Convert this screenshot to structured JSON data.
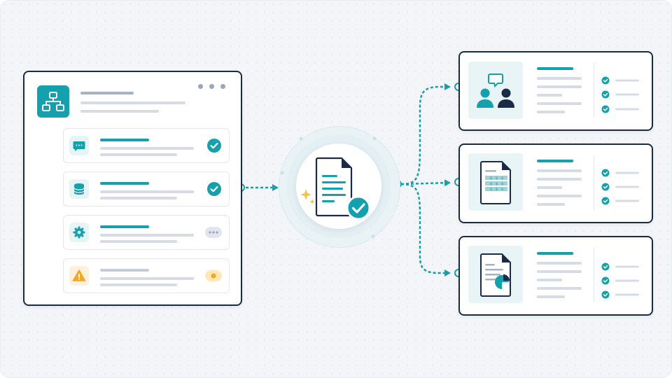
{
  "colors": {
    "accent": "#14a0ac",
    "navy": "#1a2b48",
    "warning": "#f5a623",
    "sparkle": "#f5c542"
  },
  "source_panel": {
    "header_icon": "hierarchy-icon",
    "window_controls": [
      "dot",
      "dot",
      "dot"
    ],
    "steps": [
      {
        "icon": "chat-icon",
        "status": "completed"
      },
      {
        "icon": "database-icon",
        "status": "completed"
      },
      {
        "icon": "gear-icon",
        "status": "in-progress"
      },
      {
        "icon": "warning-icon",
        "status": "pending"
      }
    ]
  },
  "hub": {
    "icon": "document-check-icon",
    "accent_icon": "sparkle-icon"
  },
  "outputs": [
    {
      "icon": "users-chat-icon",
      "checks": 3
    },
    {
      "icon": "spreadsheet-icon",
      "checks": 3
    },
    {
      "icon": "report-chart-icon",
      "checks": 3
    }
  ]
}
